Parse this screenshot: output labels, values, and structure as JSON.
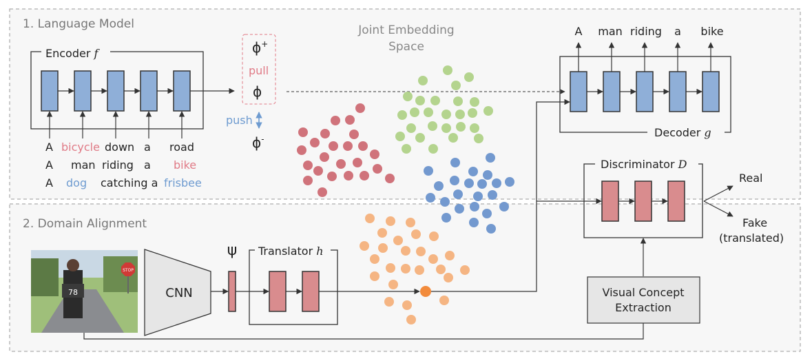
{
  "sections": {
    "language_model": "1. Language Model",
    "domain_alignment": "2. Domain Alignment"
  },
  "encoder": {
    "label": "Encoder",
    "symbol": "f"
  },
  "decoder": {
    "label": "Decoder",
    "symbol": "g"
  },
  "discriminator": {
    "label": "Discriminator",
    "symbol": "D"
  },
  "translator": {
    "label": "Translator",
    "symbol": "h"
  },
  "cnn_label": "CNN",
  "psi_symbol": "ψ",
  "visual_concept": {
    "line1": "Visual Concept",
    "line2": "Extraction"
  },
  "embedding_title": {
    "line1": "Joint Embedding",
    "line2": "Space"
  },
  "phi": {
    "plus": "ϕ",
    "plus_sup": "+",
    "mid": "ϕ",
    "minus": "ϕ",
    "minus_sup": "-"
  },
  "pull_label": "pull",
  "push_label": "push",
  "outputs": {
    "real": "Real",
    "fake_line1": "Fake",
    "fake_line2": "(translated)"
  },
  "decoder_output_words": [
    "A",
    "man",
    "riding",
    "a",
    "bike"
  ],
  "sentences": [
    [
      "A",
      "bicycle",
      "down",
      "a",
      "road"
    ],
    [
      "A",
      "man",
      "riding",
      "a",
      "bike"
    ],
    [
      "A",
      "dog",
      "catching a",
      "frisbee"
    ]
  ],
  "photo_text": {
    "stop_sign": "STOP",
    "number": "78"
  },
  "colors": {
    "encoder_block": "#8FAFD8",
    "translator_block": "#D98C8E",
    "pink_word": "#E07A86",
    "blue_word": "#6E9BD0",
    "cluster_red": "#D0737B",
    "cluster_green": "#B4D48E",
    "cluster_blue": "#7399CF",
    "cluster_orange": "#F5B583",
    "visual_fill": "#E6E6E6"
  }
}
